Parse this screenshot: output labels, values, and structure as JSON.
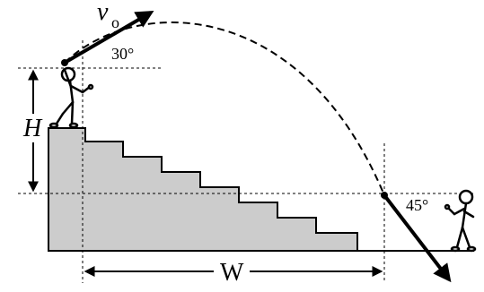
{
  "labels": {
    "velocity_symbol": "v",
    "velocity_subscript": "o",
    "launch_angle": "30°",
    "impact_angle": "45°",
    "height": "H",
    "width": "W"
  },
  "colors": {
    "stairs_fill": "#cccccc",
    "ink": "#000000",
    "background": "#ffffff"
  }
}
